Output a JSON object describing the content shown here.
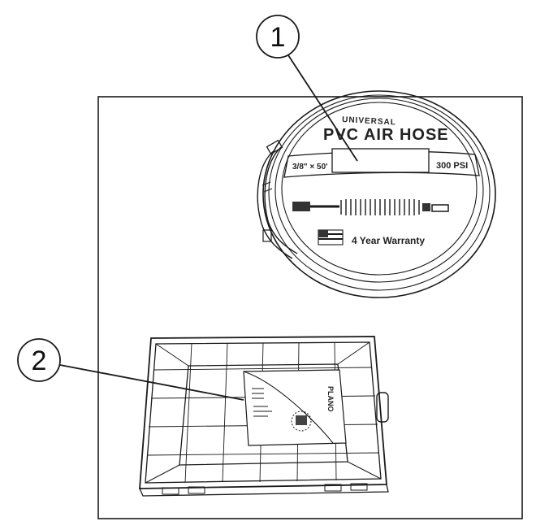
{
  "callouts": [
    {
      "number": "1"
    },
    {
      "number": "2"
    }
  ],
  "hose_label": {
    "brand": "UNIVERSAL",
    "title": "PVC AIR HOSE",
    "size": "3/8\" × 50'",
    "pressure": "300 PSI",
    "warranty": "4 Year Warranty"
  },
  "organizer_label": {
    "brand": "PLANO"
  }
}
